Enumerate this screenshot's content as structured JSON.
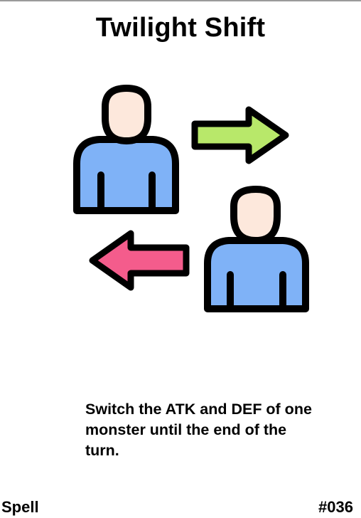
{
  "card": {
    "title": "Twilight Shift",
    "text": "Switch the ATK and DEF of one monster until the end of the turn.",
    "type": "Spell",
    "number": "#036"
  },
  "artwork": {
    "icon": "stat-swap-icon",
    "figures": [
      "person-icon",
      "person-icon"
    ],
    "arrows": [
      "arrow-right-icon",
      "arrow-left-icon"
    ],
    "colors": {
      "skin": "#fde8dc",
      "body": "#7fb2f7",
      "arrow_right": "#b8e86a",
      "arrow_left": "#f45c8c",
      "outline": "#000000"
    }
  }
}
